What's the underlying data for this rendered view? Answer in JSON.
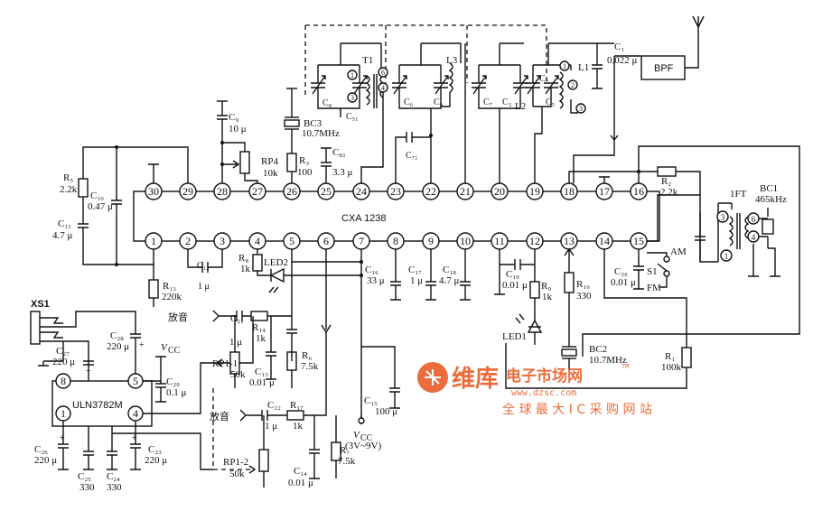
{
  "ic_main": "CXA 1238",
  "ic_amp": "ULN3782M",
  "connector": "XS1",
  "top_pins": [
    "30",
    "29",
    "28",
    "27",
    "26",
    "25",
    "24",
    "23",
    "22",
    "21",
    "20",
    "19",
    "18",
    "17",
    "16"
  ],
  "bottom_pins": [
    "1",
    "2",
    "3",
    "4",
    "5",
    "6",
    "7",
    "8",
    "9",
    "10",
    "11",
    "12",
    "13",
    "14",
    "15"
  ],
  "amp_pins": [
    "8",
    "5",
    "1",
    "4"
  ],
  "components": {
    "R5": "R₅",
    "R5v": "2.2k",
    "C10": "C₁₀",
    "C10v": "0.47 μ",
    "C11": "C₁₁",
    "C11v": "4.7 μ",
    "R13": "R₁₃",
    "R13v": "220k",
    "C12": "C₁₂",
    "C12v": "1 μ",
    "C9": "C₉",
    "C9v": "10 μ",
    "RP4": "RP4",
    "RP4v": "10k",
    "BC3": "BC3",
    "BC3v": "10.7MHz",
    "R3": "R₃",
    "R3v": "100",
    "C81": "C₈₁",
    "C81v": "3.3 μ",
    "T1": "T1",
    "C8": "C₈",
    "C51": "C₅₁",
    "C6": "C₆",
    "C4": "C₄",
    "L3": "L3",
    "C7": "C₇",
    "C3": "C₃",
    "L2": "L2",
    "C2": "C₂",
    "C5": "C₅",
    "L1": "L1",
    "C1": "C₁",
    "C1v": "0.022 μ",
    "BPF": "BPF",
    "C71": "C₇₁",
    "R2": "R₂",
    "R2v": "2.2k",
    "IFT": "1FT",
    "BC1": "BC1",
    "BC1v": "465kHz",
    "R8": "R₈",
    "R8v": "1k",
    "LED2": "LED2",
    "C16": "C₁₆",
    "C16v": "33 μ",
    "C17": "C₁₇",
    "C17v": "1 μ",
    "C18": "C₁₈",
    "C18v": "4.7 μ",
    "C19": "C₁₉",
    "C19v": "0.01 μ",
    "R9": "R₉",
    "R9v": "1k",
    "LED1": "LED1",
    "R10": "R₁₀",
    "R10v": "330",
    "C20": "C₂₀",
    "C20v": "0.01 μ",
    "S1": "S1",
    "AM": "AM",
    "FM": "FM",
    "BC2": "BC2",
    "BC2v": "10.7MHz",
    "R1": "R₁",
    "R1v": "100k",
    "C21": "C₂₁",
    "C21v": "1 μ",
    "R14": "R₁₄",
    "R14v": "1k",
    "RP11": "RP1-1",
    "RP11v": "50k",
    "C13": "C₁₃",
    "C13v": "0.01 μ",
    "R6": "R₆",
    "R6v": "7.5k",
    "C22": "C₂₂",
    "C22v": "1 μ",
    "R17": "R₁₇",
    "R17v": "1k",
    "RP12": "RP1-2",
    "RP12v": "50k",
    "C14": "C₁₄",
    "C14v": "0.01 μ",
    "R7": "R₇",
    "R7v": "7.5k",
    "C15": "C₁₅",
    "C15v": "100 μ",
    "C28": "C₂₈",
    "C28v": "220 μ",
    "C27": "C₂₇",
    "C27v": "220 μ",
    "C29": "C₂₉",
    "C29v": "0.1 μ",
    "C26": "C₂₆",
    "C26v": "220 μ",
    "C25": "C₂₅",
    "C25v": "330",
    "C24": "C₂₄",
    "C24v": "330",
    "C23": "C₂₃",
    "C23v": "220 μ",
    "VCC": "V",
    "VCCsub": "CC",
    "VCCrange": "(3V~9V)",
    "fangyin1": "放音",
    "fangyin2": "放音"
  },
  "watermark": {
    "brand": "维库",
    "name": "电子市场网",
    "url": "www.dzsc.com",
    "slogan": "全 球 最 大 I C 采 购 网 站",
    "tm": "TM"
  },
  "colors": {
    "line": "#111111",
    "watermark": "#e8541a"
  }
}
